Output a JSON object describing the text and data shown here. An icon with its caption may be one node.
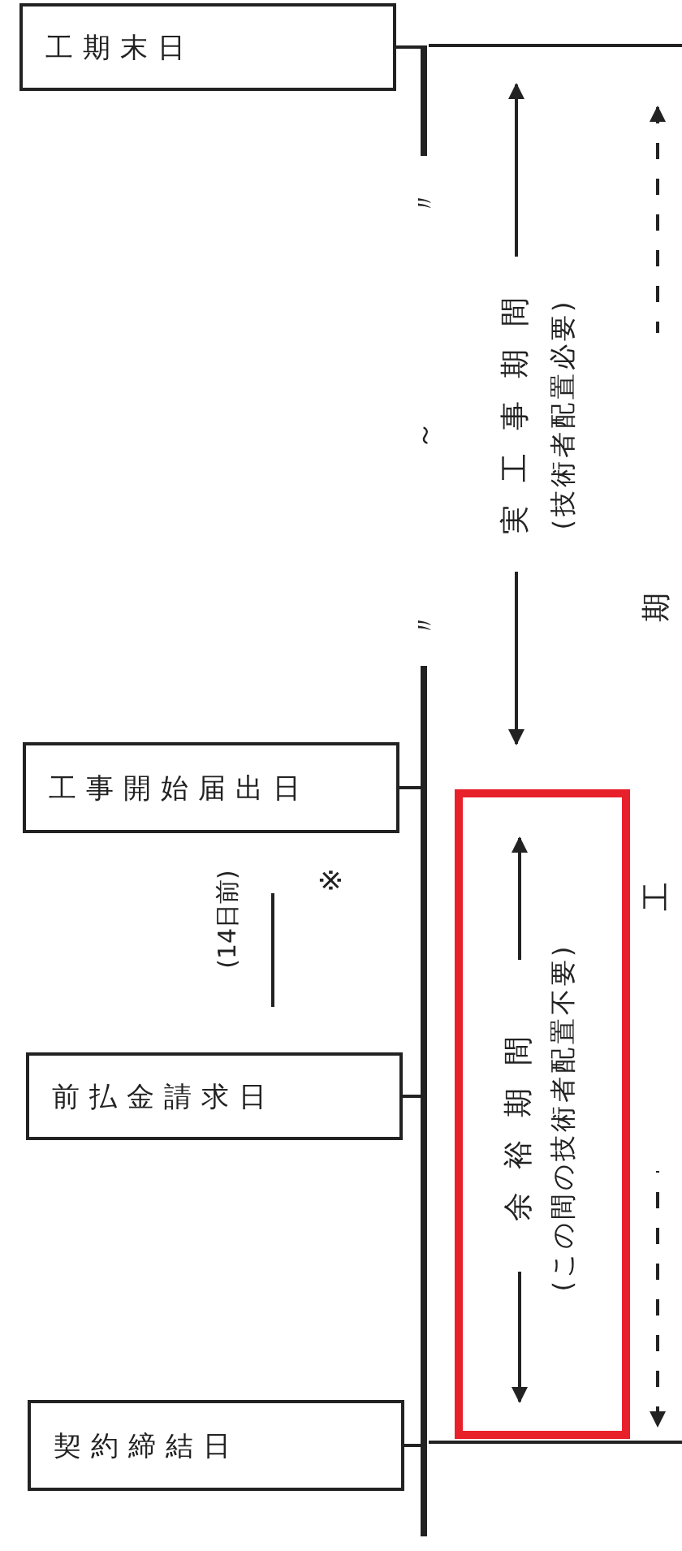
{
  "diagram": {
    "nodes": [
      {
        "text": [
          "工期末日"
        ]
      },
      {
        "text": [
          "工事開始届出日"
        ]
      },
      {
        "text": [
          "余裕期間",
          "(この間の技術者配置不要)"
        ]
      },
      {
        "text": [
          "前払金請求日"
        ]
      },
      {
        "text": [
          "契約締結日"
        ]
      },
      {
        "text": [],
        "shape": "bar"
      }
    ],
    "edges": [
      {
        "from": 0,
        "to": 5,
        "arrow": "none"
      },
      {
        "from": 1,
        "to": 5,
        "arrow": "none"
      },
      {
        "from": 3,
        "to": 5,
        "arrow": "none"
      },
      {
        "from": 4,
        "to": 5,
        "arrow": "none"
      }
    ],
    "labels": [
      "〃",
      "～",
      "〃",
      "実工事期間",
      "(技術者配置必要)",
      "工期",
      "※",
      "(14日前)"
    ]
  }
}
